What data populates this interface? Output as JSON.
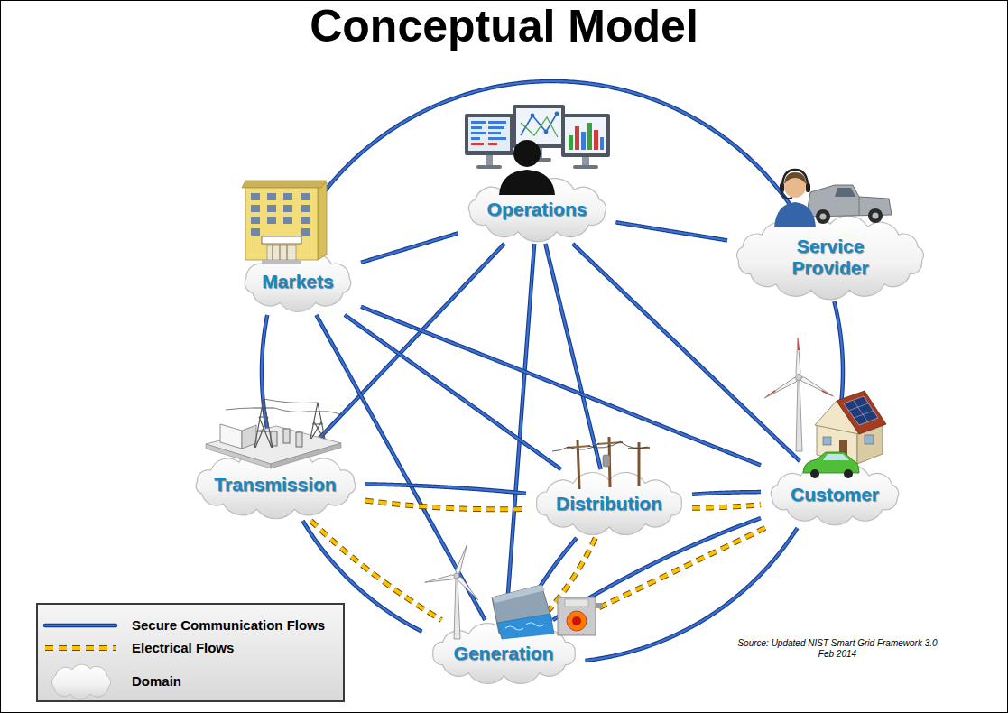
{
  "diagram": {
    "title": "Conceptual Model",
    "nodes": [
      {
        "text": [
          "Operations"
        ]
      },
      {
        "text": [
          "Markets"
        ]
      },
      {
        "text": [
          "Service Provider"
        ]
      },
      {
        "text": [
          "Transmission"
        ]
      },
      {
        "text": [
          "Distribution"
        ]
      },
      {
        "text": [
          "Customer"
        ]
      },
      {
        "text": [
          "Generation"
        ]
      }
    ],
    "edges": [
      {
        "from": 1,
        "to": 2,
        "arrow": "none"
      },
      {
        "from": 2,
        "to": 5,
        "arrow": "none"
      },
      {
        "from": 5,
        "to": 6,
        "arrow": "none"
      },
      {
        "from": 6,
        "to": 3,
        "arrow": "none"
      },
      {
        "from": 3,
        "to": 1,
        "arrow": "none"
      },
      {
        "from": 1,
        "to": 0,
        "arrow": "none"
      },
      {
        "from": 0,
        "to": 2,
        "arrow": "none"
      },
      {
        "from": 0,
        "to": 3,
        "arrow": "none"
      },
      {
        "from": 0,
        "to": 6,
        "arrow": "none"
      },
      {
        "from": 0,
        "to": 4,
        "arrow": "none"
      },
      {
        "from": 0,
        "to": 5,
        "arrow": "none"
      },
      {
        "from": 1,
        "to": 4,
        "arrow": "none"
      },
      {
        "from": 1,
        "to": 5,
        "arrow": "none"
      },
      {
        "from": 1,
        "to": 6,
        "arrow": "none"
      },
      {
        "from": 3,
        "to": 4,
        "arrow": "none"
      },
      {
        "from": 4,
        "to": 5,
        "arrow": "none"
      },
      {
        "from": 4,
        "to": 6,
        "arrow": "none"
      },
      {
        "from": 5,
        "to": 6,
        "arrow": "none"
      },
      {
        "from": 3,
        "to": 4,
        "arrow": "none"
      },
      {
        "from": 4,
        "to": 5,
        "arrow": "none"
      },
      {
        "from": 3,
        "to": 6,
        "arrow": "none"
      },
      {
        "from": 4,
        "to": 6,
        "arrow": "none"
      },
      {
        "from": 5,
        "to": 6,
        "arrow": "none"
      }
    ],
    "labels": [
      "Source: Updated NIST Smart Grid Framework 3.0 Feb 2014"
    ],
    "legend": [
      {
        "text": "Secure Communication Flows"
      },
      {
        "text": "Electrical Flows"
      },
      {
        "text": "Domain"
      }
    ]
  }
}
